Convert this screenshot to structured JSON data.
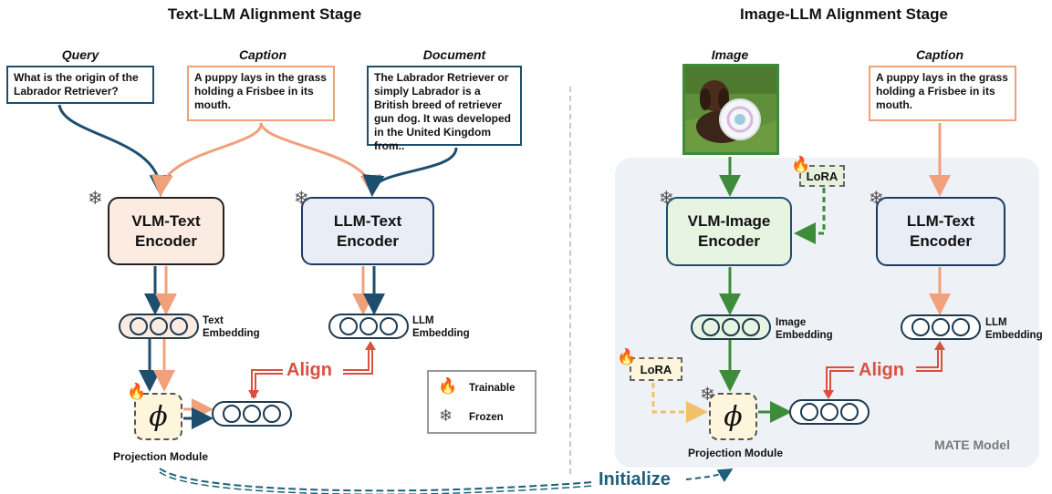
{
  "left_stage": {
    "title": "Text-LLM Alignment Stage",
    "query": {
      "label": "Query",
      "text": "What is the origin of the Labrador Retriever?"
    },
    "caption": {
      "label": "Caption",
      "text": "A puppy lays in the grass holding a Frisbee in its mouth."
    },
    "document": {
      "label": "Document",
      "text": "The Labrador Retriever or simply Labrador is a British breed of retriever gun dog. It was developed in the United Kingdom from.."
    },
    "vlm_text_encoder": "VLM-Text Encoder",
    "llm_text_encoder": "LLM-Text Encoder",
    "text_embedding": "Text Embedding",
    "llm_embedding": "LLM Embedding",
    "align": "Align",
    "phi": "ϕ",
    "projection_module": "Projection Module",
    "legend": {
      "trainable": "Trainable",
      "frozen": "Frozen"
    }
  },
  "right_stage": {
    "title": "Image-LLM Alignment Stage",
    "image_label": "Image",
    "caption": {
      "label": "Caption",
      "text": "A puppy lays in the grass holding a Frisbee in its mouth."
    },
    "lora_top": "LoRA",
    "lora_left": "LoRA",
    "vlm_image_encoder": "VLM-Image Encoder",
    "llm_text_encoder": "LLM-Text Encoder",
    "image_embedding": "Image Embedding",
    "llm_embedding": "LLM Embedding",
    "align": "Align",
    "phi": "ϕ",
    "projection_module": "Projection Module",
    "model_label": "MATE Model"
  },
  "initialize": "Initialize",
  "icons": {
    "trainable": "fire-icon",
    "frozen": "snowflake-icon"
  },
  "colors": {
    "navy": "#1d4e6e",
    "orange": "#f0a07a",
    "green": "#3d8c3a",
    "red": "#d9503f",
    "yellow": "#f2c06b"
  }
}
